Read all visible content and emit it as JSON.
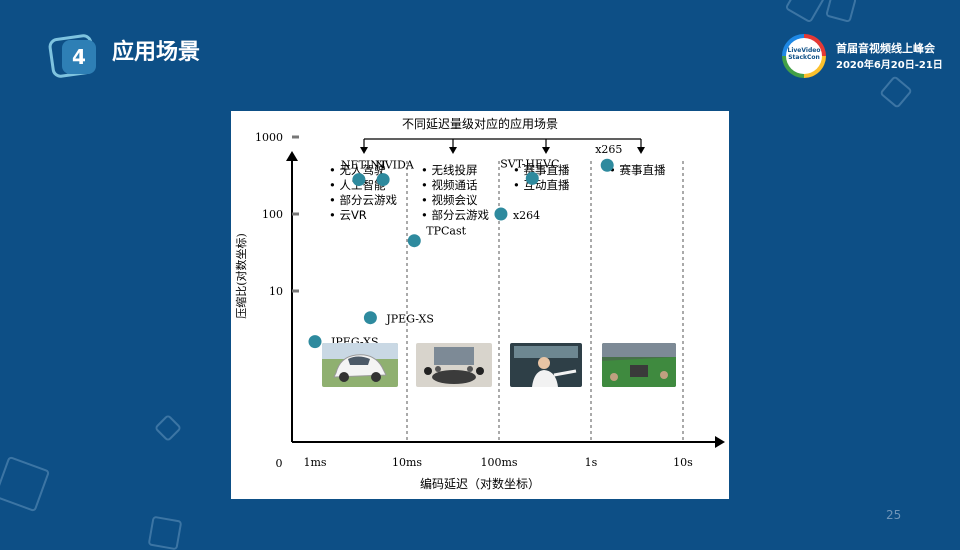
{
  "slide": {
    "section_number": "4",
    "title": "应用场景",
    "page_number": "25"
  },
  "brand": {
    "logo_text": [
      "LiveVideo",
      "StackCon"
    ],
    "conference_name": "首届音视频线上峰会",
    "conference_date": "2020年6月20日-21日"
  },
  "colors": {
    "background": "#0d4f86",
    "dot": "#2e8a9e",
    "axis": "#000000"
  },
  "chart_data": {
    "type": "scatter",
    "title": "不同延迟量级对应的应用场景",
    "xlabel": "编码延迟（对数坐标）",
    "ylabel": "压缩比(对数坐标)",
    "x_scale": "log",
    "y_scale": "log",
    "x_ticks": [
      "1ms",
      "10ms",
      "100ms",
      "1s",
      "10s"
    ],
    "y_ticks": [
      "0",
      "10",
      "100",
      "1000"
    ],
    "points": [
      {
        "label": "JPEG-XS",
        "x_ms": 1.0,
        "y": 2.2
      },
      {
        "label": "JPEG-XS",
        "x_ms": 4.0,
        "y": 4.5
      },
      {
        "label": "NETINT",
        "x_ms": 3.0,
        "y": 280
      },
      {
        "label": "NVIDA",
        "x_ms": 5.5,
        "y": 280
      },
      {
        "label": "TPCast",
        "x_ms": 12.0,
        "y": 45
      },
      {
        "label": "x264",
        "x_ms": 105,
        "y": 100
      },
      {
        "label": "SVT-HEVC",
        "x_ms": 230,
        "y": 290
      },
      {
        "label": "x265",
        "x_ms": 1500,
        "y": 430
      }
    ],
    "scenario_groups": [
      {
        "items": [
          "无人驾驶",
          "人工智能",
          "部分云游戏",
          "云VR"
        ]
      },
      {
        "items": [
          "无线投屏",
          "视频通话",
          "视频会议",
          "部分云游戏"
        ]
      },
      {
        "items": [
          "赛事直播",
          "互动直播"
        ]
      },
      {
        "items": [
          "赛事直播"
        ]
      }
    ],
    "scene_images": [
      "self-driving-car",
      "video-conference-room",
      "live-stream-presenter",
      "sports-stadium"
    ]
  }
}
